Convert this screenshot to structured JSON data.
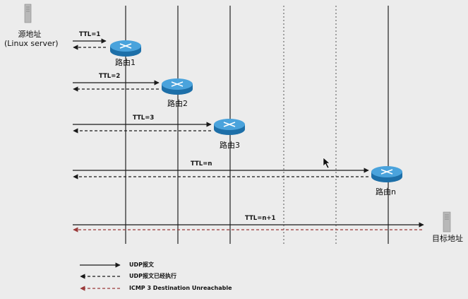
{
  "source": {
    "line1": "源地址",
    "line2": "(Linux server)"
  },
  "destination": {
    "label": "目标地址"
  },
  "routers": [
    {
      "label": "路由1",
      "ttl": "TTL=1"
    },
    {
      "label": "路由2",
      "ttl": "TTL=2"
    },
    {
      "label": "路由3",
      "ttl": "TTL=3"
    },
    {
      "label": "路由n",
      "ttl": "TTL=n"
    }
  ],
  "final_probe": {
    "ttl": "TTL=n+1"
  },
  "legend": [
    {
      "label": "UDP报文"
    },
    {
      "label": "UDP报文已经执行"
    },
    {
      "label": "ICMP 3 Destination Unreachable"
    }
  ],
  "colors": {
    "line": "#1a1a1a",
    "router_top": "#4aa3dc",
    "router_side": "#1d6fa8",
    "unreachable": "#9b3a3a",
    "server": "#b8b8b8"
  },
  "icons": [
    "server-icon",
    "router-icon",
    "cursor-icon"
  ]
}
